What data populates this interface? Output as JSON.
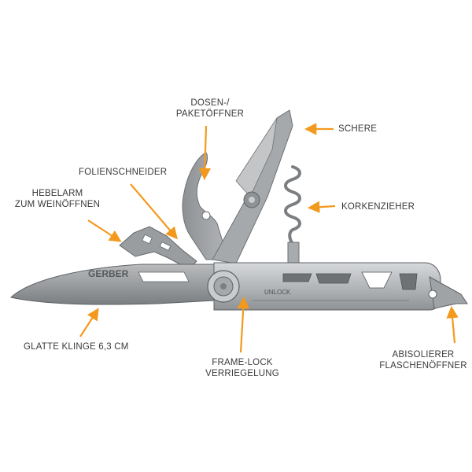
{
  "colors": {
    "arrow": "#f39a1e",
    "metal": "#a9abad",
    "metal_dark": "#6e7174",
    "metal_light": "#cfd1d3",
    "text": "#3a3a3a"
  },
  "tool": {
    "brand_text": "GERBER",
    "unlock_text": "UNLOCK"
  },
  "labels": {
    "can_opener": [
      "DOSEN-/",
      "PAKETÖFFNER"
    ],
    "scissors": [
      "SCHERE"
    ],
    "foil_cutter": [
      "FOLIENSCHNEIDER"
    ],
    "lever": [
      "HEBELARM",
      "ZUM WEINÖFFNEN"
    ],
    "corkscrew": [
      "KORKENZIEHER"
    ],
    "blade": [
      "GLATTE KLINGE 6,3 CM"
    ],
    "frame_lock": [
      "FRAME-LOCK",
      "VERRIEGELUNG"
    ],
    "stripper": [
      "ABISOLIERER",
      "FLASCHENÖFFNER"
    ]
  }
}
